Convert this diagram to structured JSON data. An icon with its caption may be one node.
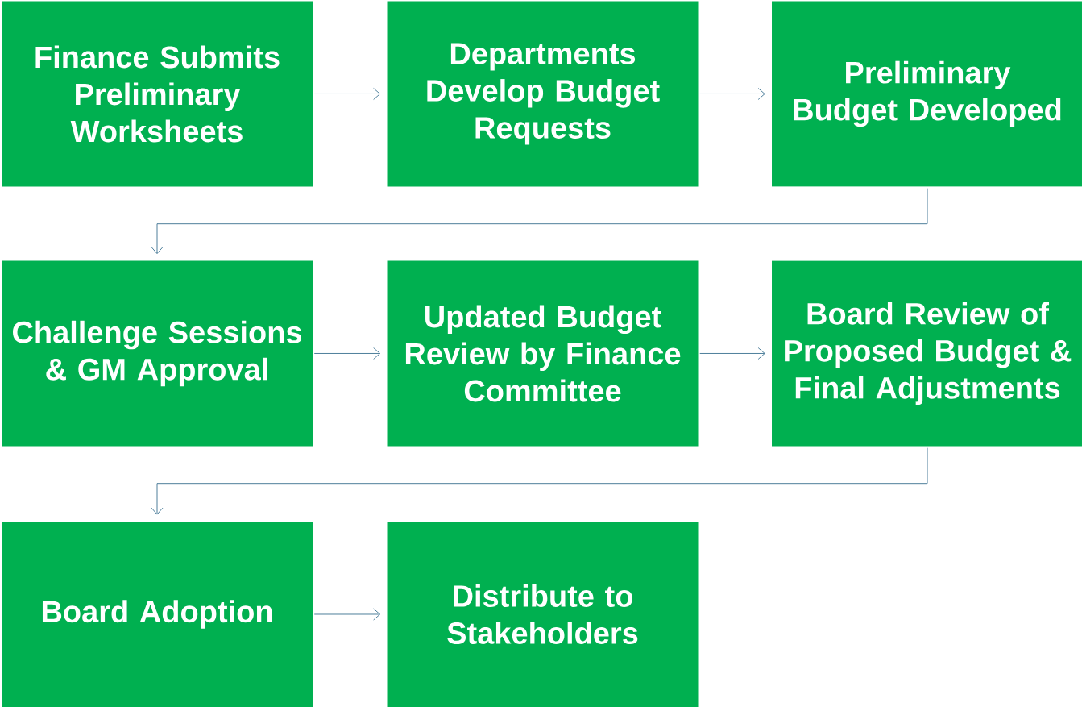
{
  "diagram": {
    "nodes": [
      {
        "text": [
          "Finance Submits Preliminary Worksheets"
        ]
      },
      {
        "text": [
          "Departments Develop Budget Requests"
        ]
      },
      {
        "text": [
          "Preliminary Budget Developed"
        ]
      },
      {
        "text": [
          "Challenge Sessions & GM Approval"
        ]
      },
      {
        "text": [
          "Updated Budget Review by Finance Committee"
        ]
      },
      {
        "text": [
          "Board Review of Proposed Budget & Final Adjustments"
        ]
      },
      {
        "text": [
          "Board Adoption"
        ]
      },
      {
        "text": [
          "Distribute to Stakeholders"
        ]
      }
    ],
    "edges": [
      {
        "from": 0,
        "to": 1,
        "arrow": "to"
      },
      {
        "from": 1,
        "to": 2,
        "arrow": "to"
      },
      {
        "from": 2,
        "to": 3,
        "arrow": "to"
      },
      {
        "from": 3,
        "to": 4,
        "arrow": "to"
      },
      {
        "from": 4,
        "to": 5,
        "arrow": "to"
      },
      {
        "from": 5,
        "to": 6,
        "arrow": "to"
      },
      {
        "from": 6,
        "to": 7,
        "arrow": "to"
      }
    ]
  }
}
